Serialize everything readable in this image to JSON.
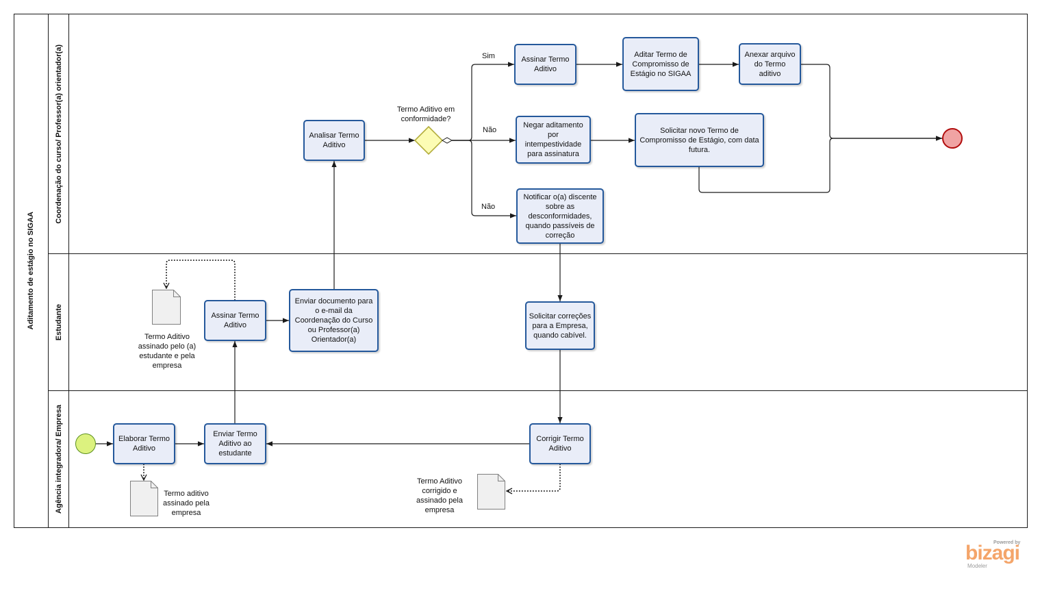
{
  "pool": {
    "title": "Aditamento de estágio no SIGAA"
  },
  "lanes": [
    {
      "title": "Coordenação do curso/ Professor(a) orientador(a)",
      "tasks": {
        "analisar": "Analisar Termo Aditivo",
        "assinar": "Assinar Termo Aditivo",
        "aditar": "Aditar Termo de Compromisso de Estágio no SIGAA",
        "anexar": "Anexar arquivo do Termo aditivo",
        "negar": "Negar aditamento por intempestividade para assinatura",
        "solicitar_novo": "Solicitar novo Termo de Compromisso de Estágio, com data futura.",
        "notificar": "Notificar o(a) discente sobre as desconformidades, quando passíveis de correção"
      },
      "gateway": {
        "label": "Termo Aditivo em conformidade?",
        "branches": [
          "Sim",
          "Não",
          "Não"
        ]
      }
    },
    {
      "title": "Estudante",
      "tasks": {
        "assinar": "Assinar Termo Aditivo",
        "enviar_documento": "Enviar documento para o e-mail da Coordenação do Curso ou Professor(a) Orientador(a)",
        "solicitar_correcoes": "Solicitar correções para a Empresa, quando cabível."
      },
      "data_objects": [
        "Termo Aditivo assinado pelo (a) estudante e pela empresa"
      ]
    },
    {
      "title": "Agência integradora/ Empresa",
      "tasks": {
        "elaborar": "Elaborar Termo Aditivo",
        "enviar_estudante": "Enviar Termo Aditivo ao estudante",
        "corrigir": "Corrigir  Termo Aditivo"
      },
      "data_objects": [
        "Termo aditivo assinado pela empresa",
        "Termo Aditivo corrigido e assinado pela empresa"
      ]
    }
  ],
  "branding": {
    "powered_by": "Powered by",
    "logo": "bizagi",
    "product": "Modeler"
  },
  "colors": {
    "task_fill": "#e9edf8",
    "task_border": "#24589b",
    "gateway_fill": "#fcfcb4",
    "gateway_border": "#b3ad3c",
    "start_fill": "#dcf27f",
    "start_border": "#5b8f1d",
    "end_fill": "#f0a3a3",
    "end_border": "#b10d0d",
    "data_object_fill": "#f0f0f0",
    "data_object_border": "#7f7f7f",
    "brand": "#f4a56a"
  }
}
